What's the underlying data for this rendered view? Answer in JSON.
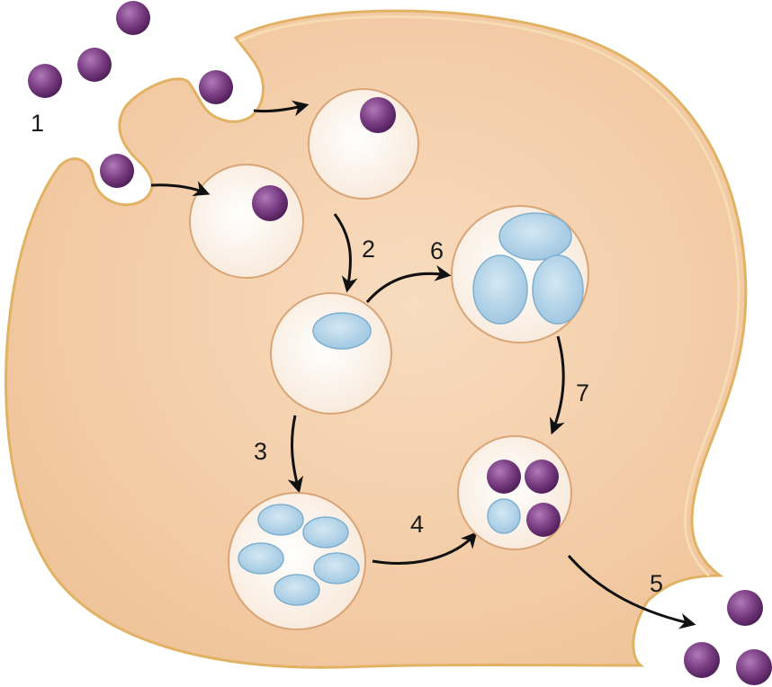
{
  "colors": {
    "cytoplasm": "#f4cfa8",
    "membrane": "#e8b86a",
    "vesicle_fill": "#fdf6ef",
    "vesicle_stroke": "#d9a577",
    "particle": "#7c3e82",
    "particle_dark": "#4c1e55",
    "granule": "#a9cfe6",
    "granule_stroke": "#7fb0d0",
    "arrow": "#111111"
  },
  "steps": {
    "s1": "1",
    "s2": "2",
    "s3": "3",
    "s4": "4",
    "s5": "5",
    "s6": "6",
    "s7": "7"
  }
}
